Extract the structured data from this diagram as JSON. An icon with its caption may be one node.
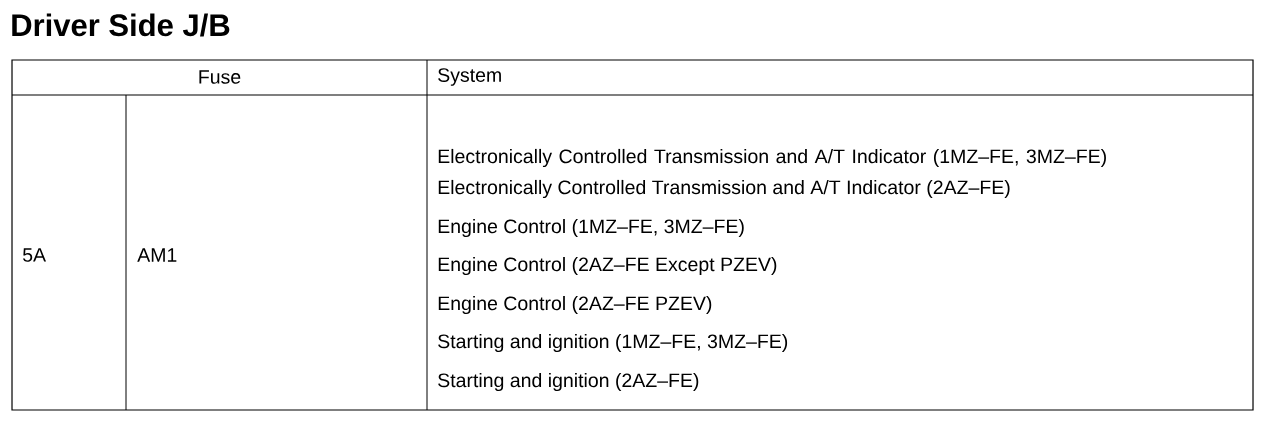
{
  "diagram": {
    "title": "Driver Side J/B",
    "labels": [
      "Fuse",
      "System",
      "5A",
      "AM1",
      "Electronically Controlled Transmission and A/T Indicator (1MZ–FE, 3MZ–FE)",
      "Electronically Controlled Transmission and A/T Indicator (2AZ–FE)",
      "Engine Control (1MZ–FE, 3MZ–FE)",
      "Engine Control (2AZ–FE Except PZEV)",
      "Engine Control (2AZ–FE PZEV)",
      "Starting and ignition (1MZ–FE, 3MZ–FE)",
      "Starting and ignition (2AZ–FE)"
    ]
  }
}
